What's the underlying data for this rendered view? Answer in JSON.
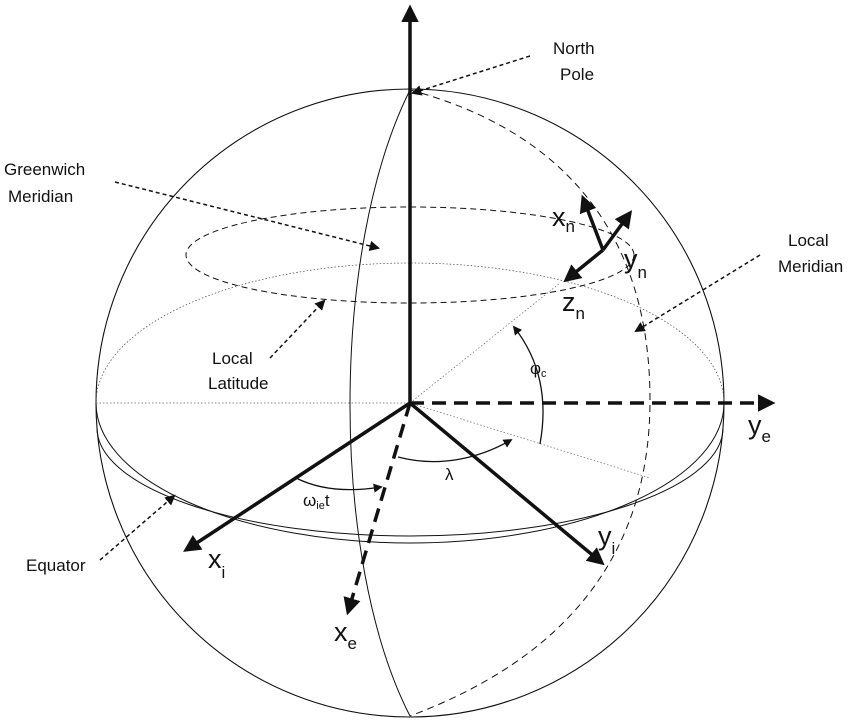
{
  "labels": {
    "north_pole_1": "North",
    "north_pole_2": "Pole",
    "greenwich_1": "Greenwich",
    "greenwich_2": "Meridian",
    "local_meridian_1": "Local",
    "local_meridian_2": "Meridian",
    "local_latitude_1": "Local",
    "local_latitude_2": "Latitude",
    "equator": "Equator"
  },
  "axes": {
    "xn": {
      "name": "x",
      "sub": "n"
    },
    "yn": {
      "name": "y",
      "sub": "n"
    },
    "zn": {
      "name": "z",
      "sub": "n"
    },
    "ye": {
      "name": "y",
      "sub": "e"
    },
    "xe": {
      "name": "x",
      "sub": "e"
    },
    "xi": {
      "name": "x",
      "sub": "i"
    },
    "yi": {
      "name": "y",
      "sub": "i"
    }
  },
  "angles": {
    "phi": {
      "symbol": "φ",
      "sub": "c"
    },
    "lambda": {
      "symbol": "λ"
    },
    "omega": {
      "symbol": "ω",
      "sub": "ie",
      "suffix": "t"
    }
  },
  "colors": {
    "ink": "#111111",
    "background": "#ffffff"
  }
}
